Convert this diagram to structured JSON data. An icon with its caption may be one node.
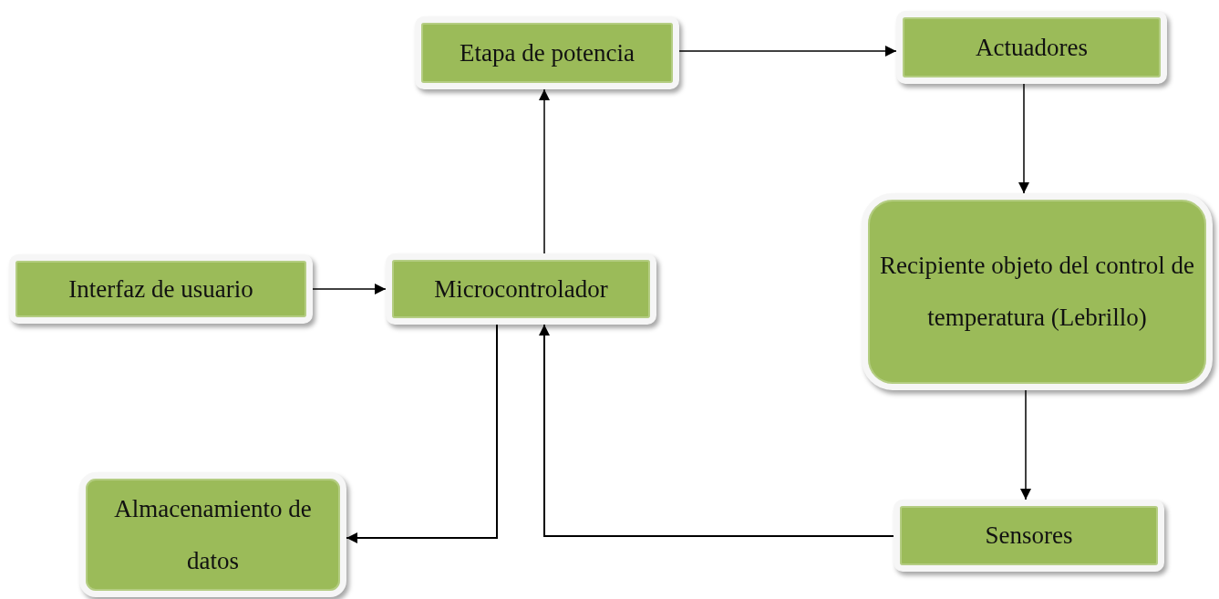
{
  "diagram": {
    "nodes": [
      {
        "text": [
          "Etapa de potencia"
        ]
      },
      {
        "text": [
          "Actuadores"
        ]
      },
      {
        "text": [
          "Interfaz de usuario"
        ]
      },
      {
        "text": [
          "Microcontrolador"
        ]
      },
      {
        "text": [
          "Recipiente objeto del control de temperatura (Lebrillo)"
        ]
      },
      {
        "text": [
          "Almacenamiento de datos"
        ]
      },
      {
        "text": [
          "Sensores"
        ]
      }
    ],
    "edges": [
      {
        "from": 3,
        "to": 0,
        "arrow": "to"
      },
      {
        "from": 0,
        "to": 1,
        "arrow": "to"
      },
      {
        "from": 1,
        "to": 4,
        "arrow": "to"
      },
      {
        "from": 4,
        "to": 6,
        "arrow": "to"
      },
      {
        "from": 6,
        "to": 3,
        "arrow": "to"
      },
      {
        "from": 2,
        "to": 3,
        "arrow": "to"
      },
      {
        "from": 3,
        "to": 5,
        "arrow": "to"
      }
    ]
  }
}
